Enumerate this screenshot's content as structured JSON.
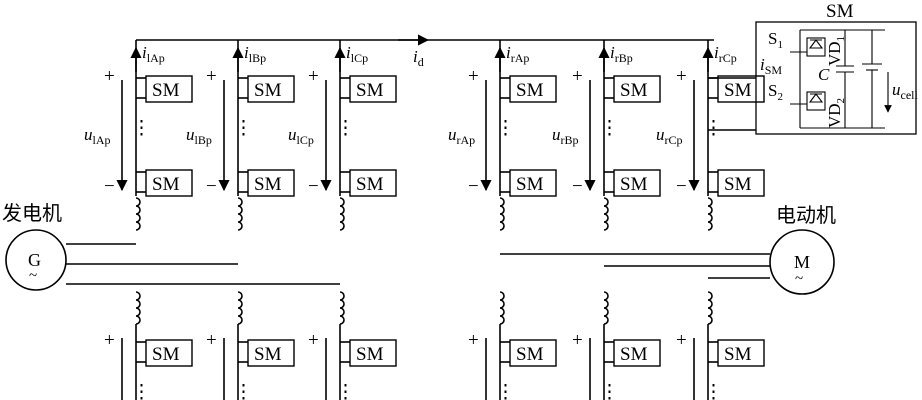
{
  "labels": {
    "id": {
      "sym": "i",
      "sub": "d"
    }
  },
  "generator": {
    "letter": "G",
    "tilde": "~",
    "label": "发电机"
  },
  "motor": {
    "letter": "M",
    "tilde": "~",
    "label": "电动机"
  },
  "sm_label": "SM",
  "plus": "+",
  "minus": "−",
  "vdots": "⋮",
  "arms": [
    {
      "name": "lA",
      "i": {
        "sym": "i",
        "sub": "lAp"
      },
      "u": {
        "sym": "u",
        "sub": "lAp"
      }
    },
    {
      "name": "lB",
      "i": {
        "sym": "i",
        "sub": "lBp"
      },
      "u": {
        "sym": "u",
        "sub": "lBp"
      }
    },
    {
      "name": "lC",
      "i": {
        "sym": "i",
        "sub": "lCp"
      },
      "u": {
        "sym": "u",
        "sub": "lCp"
      }
    },
    {
      "name": "rA",
      "i": {
        "sym": "i",
        "sub": "rAp"
      },
      "u": {
        "sym": "u",
        "sub": "rAp"
      }
    },
    {
      "name": "rB",
      "i": {
        "sym": "i",
        "sub": "rBp"
      },
      "u": {
        "sym": "u",
        "sub": "rBp"
      }
    },
    {
      "name": "rC",
      "i": {
        "sym": "i",
        "sub": "rCp"
      },
      "u": {
        "sym": "u",
        "sub": "rCp"
      }
    }
  ],
  "sm_detail": {
    "title": "SM",
    "s1": {
      "sym": "S",
      "sub": "1"
    },
    "s2": {
      "sym": "S",
      "sub": "2"
    },
    "vd1": {
      "sym": "VD",
      "sub": "1"
    },
    "vd2": {
      "sym": "VD",
      "sub": "2"
    },
    "cap": "C",
    "ism": {
      "sym": "i",
      "sub": "SM"
    },
    "ucell": {
      "sym": "u",
      "sub": "cell"
    }
  }
}
